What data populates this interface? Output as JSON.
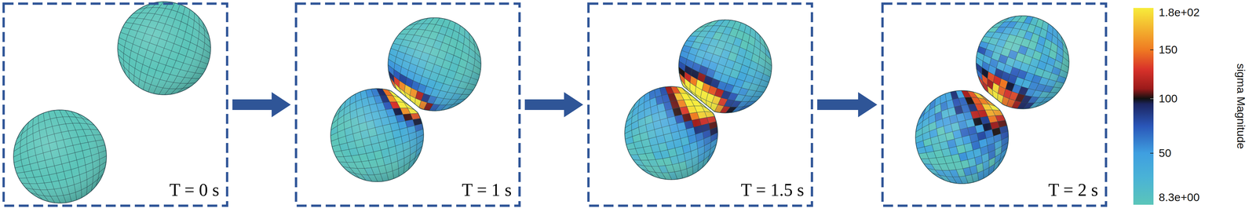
{
  "diagram": {
    "nodes": [
      {
        "text": [
          "T = 0 s"
        ]
      },
      {
        "text": [
          "T = 1 s"
        ]
      },
      {
        "text": [
          "T = 1.5 s"
        ]
      },
      {
        "text": [
          "T = 2 s"
        ]
      }
    ],
    "edges": [
      {
        "from": 0,
        "to": 1,
        "arrow": "to"
      },
      {
        "from": 1,
        "to": 2,
        "arrow": "to"
      },
      {
        "from": 2,
        "to": 3,
        "arrow": "to"
      }
    ],
    "labels": [
      "1.8e+02",
      "150",
      "100",
      "50",
      "8.3e+00",
      "sigma Magnitude"
    ]
  }
}
